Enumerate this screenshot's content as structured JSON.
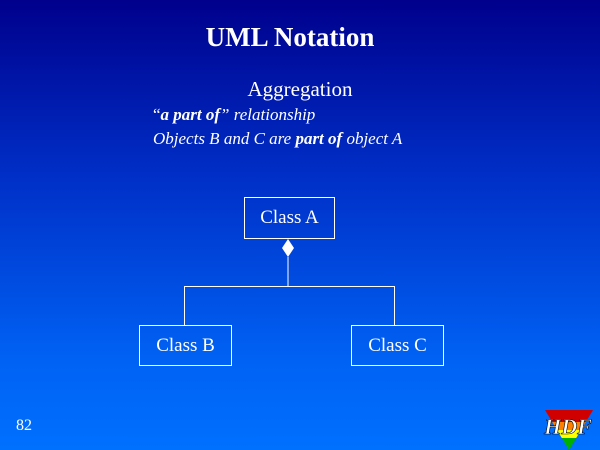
{
  "title": "UML Notation",
  "subtitle": "Aggregation",
  "line2": {
    "open_quote": "“",
    "bold": "a part of",
    "close_quote": "”",
    "rest": " relationship"
  },
  "line3": {
    "start": "Objects B and C are ",
    "bold": "part of",
    "end": " object A"
  },
  "diagram": {
    "class_a": "Class A",
    "class_b": "Class B",
    "class_c": "Class C"
  },
  "page_number": "82",
  "logo_text": "HDF"
}
